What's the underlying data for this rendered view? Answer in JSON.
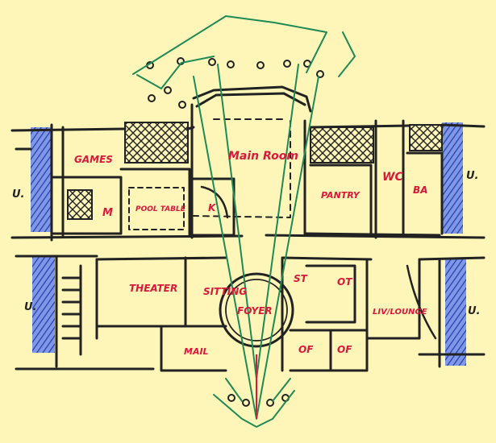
{
  "labels": {
    "games": "GAMES",
    "main_room": "Main Room",
    "wc": "WC",
    "pantry": "PANTRY",
    "ba": "BA",
    "m": "M",
    "pool_table": "POOL TABLE",
    "k": "K",
    "u_left_top": "U.",
    "u_right_top": "U.",
    "u_left_bottom": "U.",
    "u_right_bottom": "U.",
    "theater": "THEATER",
    "sitting": "SITTING",
    "foyer": "FOYER",
    "st": "ST",
    "ot": "OT",
    "living_lounge": "LIV/LOUNGE",
    "mail": "MAIL",
    "of_1": "OF",
    "of_2": "OF"
  },
  "colors": {
    "paper": "#fdf6b8",
    "ink": "#222222",
    "red_label": "#d81a3a",
    "green_line": "#1f8a55",
    "blue_wall": "#3a58c8"
  }
}
